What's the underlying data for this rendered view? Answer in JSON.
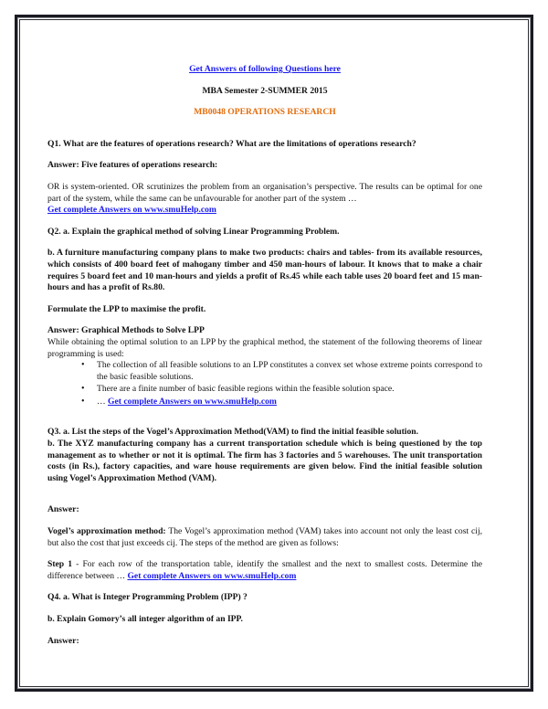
{
  "header": {
    "top_link": "Get Answers of following Questions here",
    "semester": "MBA Semester 2-SUMMER 2015",
    "course": "MB0048 OPERATIONS RESEARCH"
  },
  "colors": {
    "link": "#1a1aee",
    "course_heading": "#e36c0a",
    "frame": "#1a1a22"
  },
  "q1": {
    "question": "Q1. What are the features of operations research? What are the limitations of operations research?",
    "answer_heading": "Answer: Five features of operations research:",
    "answer_text": "OR is system-oriented. OR scrutinizes the problem from an organisation’s perspective. The results can be optimal for one part of the system, while the same can be unfavourable for another part of the system …",
    "link": "Get complete Answers on www.smuHelp.com"
  },
  "q2": {
    "part_a": "Q2. a. Explain the graphical method of solving Linear Programming Problem.",
    "part_b": "b. A furniture manufacturing company plans to make two products: chairs and tables- from its available resources, which consists of 400 board feet of mahogany timber and 450 man-hours of labour. It knows that to make a chair requires 5 board feet and 10 man-hours and yields a profit of Rs.45 while each table uses 20 board feet and 15 man-hours and has a profit of Rs.80.",
    "instruction": "Formulate the LPP to maximise the profit.",
    "answer_heading": "Answer: Graphical Methods to Solve LPP",
    "answer_text": "While obtaining the optimal solution to an LPP by the graphical method, the statement of the following theorems of linear programming is used:",
    "bullets": [
      "The collection of all feasible solutions to an LPP constitutes a convex set whose extreme points correspond to the basic feasible solutions.",
      "There are a finite number of basic feasible regions within the feasible solution space."
    ],
    "bullet_ellipsis": "… ",
    "link": "Get complete Answers on www.smuHelp.com"
  },
  "q3": {
    "part_a": "Q3.  a. List the steps of the Vogel’s Approximation Method(VAM) to find the initial feasible solution.",
    "part_b": "b. The XYZ manufacturing company has a current transportation schedule which is being questioned by the top management as to whether or not it is optimal. The firm has 3 factories and 5 warehouses. The unit transportation costs (in Rs.), factory capacities, and ware house requirements are given below. Find the initial feasible solution using Vogel’s Approximation Method (VAM).",
    "answer_label": "Answer:",
    "vam_label": "Vogel’s approximation method:",
    "vam_text": " The Vogel’s approximation method (VAM) takes into account not only the least cost cij, but also the cost that just exceeds cij. The steps of the method are given as follows:",
    "step_label": "Step 1",
    "step_text": " - For each row of the transportation table, identify the smallest and the next to smallest costs. Determine the difference between … ",
    "link": "Get complete Answers on www.smuHelp.com"
  },
  "q4": {
    "part_a": "Q4. a. What is Integer Programming Problem (IPP) ?",
    "part_b": "b. Explain Gomory’s all integer algorithm of an IPP.",
    "answer_label": "Answer:"
  }
}
